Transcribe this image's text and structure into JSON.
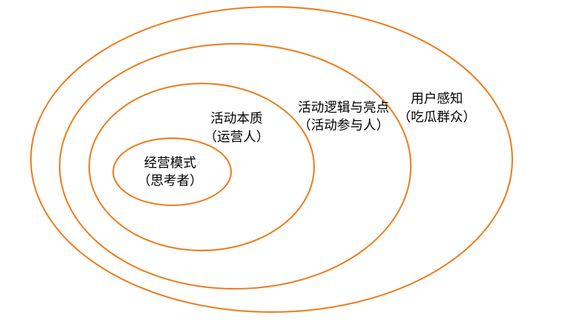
{
  "colors": {
    "ring_stroke": "#ED7D1F",
    "text": "#000000",
    "background": "#FFFFFF"
  },
  "rings": [
    {
      "id": "user-perception",
      "title": "用户感知",
      "subtitle": "（吃瓜群众）"
    },
    {
      "id": "activity-logic",
      "title": "活动逻辑与亮点",
      "subtitle": "（活动参与人）"
    },
    {
      "id": "activity-essence",
      "title": "活动本质",
      "subtitle": "（运营人）"
    },
    {
      "id": "business-model",
      "title": "经营模式",
      "subtitle": "（思考者）"
    }
  ]
}
